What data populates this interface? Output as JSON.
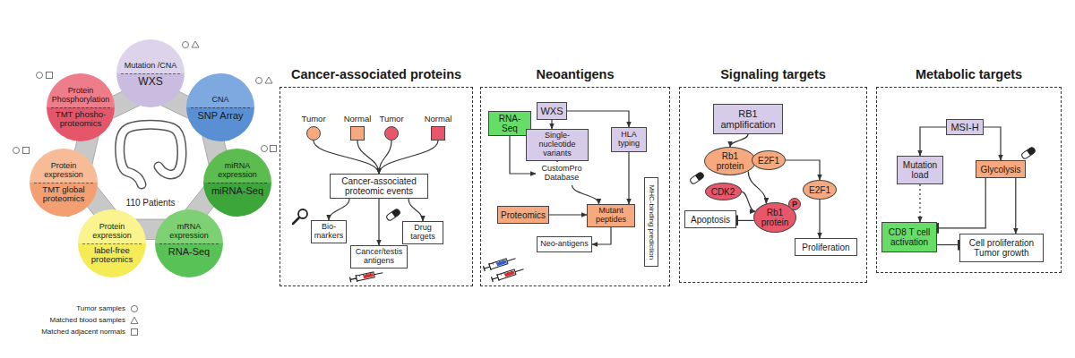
{
  "diagram": {
    "nodes": [
      {
        "text": [
          "110 Patients"
        ]
      },
      {
        "text": [
          "Mutation /CNA",
          "WXS"
        ]
      },
      {
        "text": [
          "CNA",
          "SNP Array"
        ]
      },
      {
        "text": [
          "miRNA expression",
          "miRNA-Seq"
        ]
      },
      {
        "text": [
          "mRNA expression",
          "RNA-Seq"
        ]
      },
      {
        "text": [
          "Protein expression",
          "label-free proteomics"
        ]
      },
      {
        "text": [
          "Protein expression",
          "TMT global proteomics"
        ]
      },
      {
        "text": [
          "Protein Phosphorylation",
          "TMT phosho-proteomics"
        ]
      },
      {
        "text": [
          "Cancer-associated proteins"
        ]
      },
      {
        "text": [
          "Tumor"
        ],
        "in": 8
      },
      {
        "text": [
          "Normal"
        ],
        "in": 8
      },
      {
        "text": [
          "Tumor"
        ],
        "in": 8
      },
      {
        "text": [
          "Normal"
        ],
        "in": 8
      },
      {
        "text": [
          "Cancer-associated proteomic events"
        ],
        "in": 8
      },
      {
        "text": [
          "Bio- markers"
        ],
        "in": 8
      },
      {
        "text": [
          "Drug targets"
        ],
        "in": 8
      },
      {
        "text": [
          "Cancer/testis antigens"
        ],
        "in": 8
      },
      {
        "text": [
          "Neoantigens"
        ]
      },
      {
        "text": [
          "RNA-Seq"
        ],
        "in": 17
      },
      {
        "text": [
          "WXS"
        ],
        "in": 17
      },
      {
        "text": [
          "Single-nucleotide variants"
        ],
        "in": 17
      },
      {
        "text": [
          "HLA typing"
        ],
        "in": 17
      },
      {
        "text": [
          "CustomPro Database"
        ],
        "in": 17
      },
      {
        "text": [
          "Proteomics"
        ],
        "in": 17
      },
      {
        "text": [
          "Mutant peptides"
        ],
        "in": 17
      },
      {
        "text": [
          "MHC-binding prediction"
        ],
        "in": 17
      },
      {
        "text": [
          "Neo-antigens"
        ],
        "in": 17
      },
      {
        "text": [
          "Signaling targets"
        ]
      },
      {
        "text": [
          "RB1 amplification"
        ],
        "in": 27
      },
      {
        "text": [
          "Rb1 protein"
        ],
        "in": 27
      },
      {
        "text": [
          "E2F1"
        ],
        "in": 27
      },
      {
        "text": [
          "CDK2"
        ],
        "in": 27
      },
      {
        "text": [
          "E2F1"
        ],
        "in": 27
      },
      {
        "text": [
          "Apoptosis"
        ],
        "in": 27
      },
      {
        "text": [
          "Rb1 protein"
        ],
        "in": 27
      },
      {
        "text": [
          "P"
        ],
        "in": 34
      },
      {
        "text": [
          "Proliferation"
        ],
        "in": 27
      },
      {
        "text": [
          "Metabolic targets"
        ]
      },
      {
        "text": [
          "MSI-H"
        ],
        "in": 37
      },
      {
        "text": [
          "Mutation load"
        ],
        "in": 37
      },
      {
        "text": [
          "Glycolysis"
        ],
        "in": 37
      },
      {
        "text": [
          "CD8 T cell activation"
        ],
        "in": 37
      },
      {
        "text": [
          "Cell proliferation Tumor growth"
        ],
        "in": 37
      }
    ],
    "edges": [
      {
        "from": 9,
        "to": 13,
        "arrow": "to"
      },
      {
        "from": 10,
        "to": 13,
        "arrow": "to"
      },
      {
        "from": 11,
        "to": 13,
        "arrow": "to"
      },
      {
        "from": 12,
        "to": 13,
        "arrow": "to"
      },
      {
        "from": 13,
        "to": 14,
        "arrow": "to"
      },
      {
        "from": 13,
        "to": 15,
        "arrow": "to"
      },
      {
        "from": 13,
        "to": 16,
        "arrow": "to"
      },
      {
        "from": 19,
        "to": 20,
        "arrow": "to"
      },
      {
        "from": 19,
        "to": 21,
        "arrow": "to"
      },
      {
        "from": 20,
        "to": 22,
        "arrow": "to"
      },
      {
        "from": 18,
        "to": 22,
        "arrow": "to"
      },
      {
        "from": 22,
        "to": 24,
        "arrow": "to"
      },
      {
        "from": 23,
        "to": 24,
        "arrow": "to"
      },
      {
        "from": 21,
        "to": 24,
        "arrow": "to"
      },
      {
        "from": 24,
        "to": 26,
        "arrow": "to"
      },
      {
        "from": 28,
        "to": 29,
        "arrow": "to"
      },
      {
        "from": 30,
        "to": 32,
        "arrow": "to"
      },
      {
        "from": 29,
        "to": 34,
        "arrow": "to"
      },
      {
        "from": 31,
        "to": 34,
        "arrow": "to"
      },
      {
        "from": 34,
        "to": 33,
        "arrow": "to"
      },
      {
        "from": 32,
        "to": 36,
        "arrow": "to"
      },
      {
        "from": 38,
        "to": 39,
        "arrow": "to"
      },
      {
        "from": 38,
        "to": 40,
        "arrow": "to"
      },
      {
        "from": 39,
        "to": 41,
        "arrow": "to"
      },
      {
        "from": 40,
        "to": 41,
        "arrow": "to"
      },
      {
        "from": 40,
        "to": 42,
        "arrow": "to"
      },
      {
        "from": 41,
        "to": 42,
        "arrow": "to"
      }
    ],
    "legend": [
      {
        "text": "Tumor samples"
      },
      {
        "text": "Matched blood samples"
      },
      {
        "text": "Matched adjacent normals"
      }
    ]
  }
}
